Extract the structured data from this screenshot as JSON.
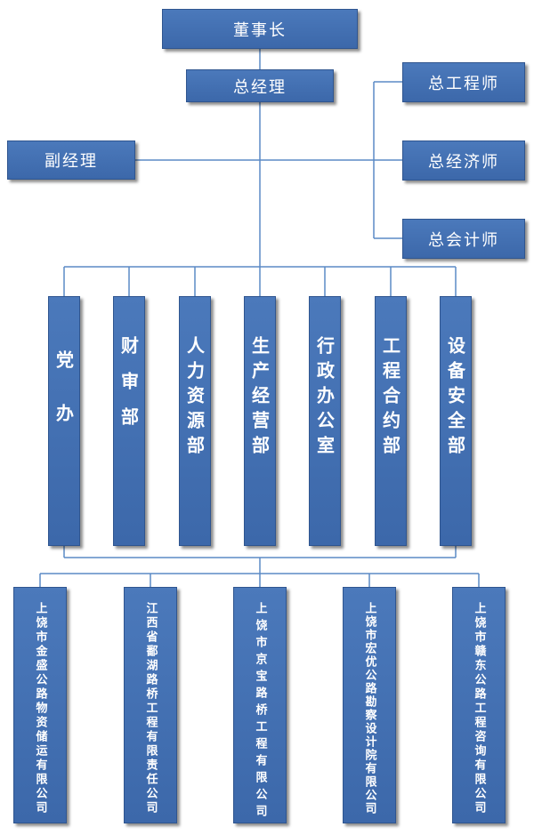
{
  "chairman": "董事长",
  "gm": "总经理",
  "deputy": "副经理",
  "chiefs": [
    "总工程师",
    "总经济师",
    "总会计师"
  ],
  "departments": [
    "党办",
    "财审部",
    "人力资源部",
    "生产经营部",
    "行政办公室",
    "工程合约部",
    "设备安全部"
  ],
  "companies": [
    "上饶市金盛公路物资储运有限公司",
    "江西省鄱湖路桥工程有限责任公司",
    "上饶市京宝路桥工程有限公司",
    "上饶市宏优公路勘察设计院有限公司",
    "上饶市赣东公路工程咨询有限公司"
  ],
  "colors": {
    "box": "#4672b5",
    "line": "#5b8ac5"
  }
}
